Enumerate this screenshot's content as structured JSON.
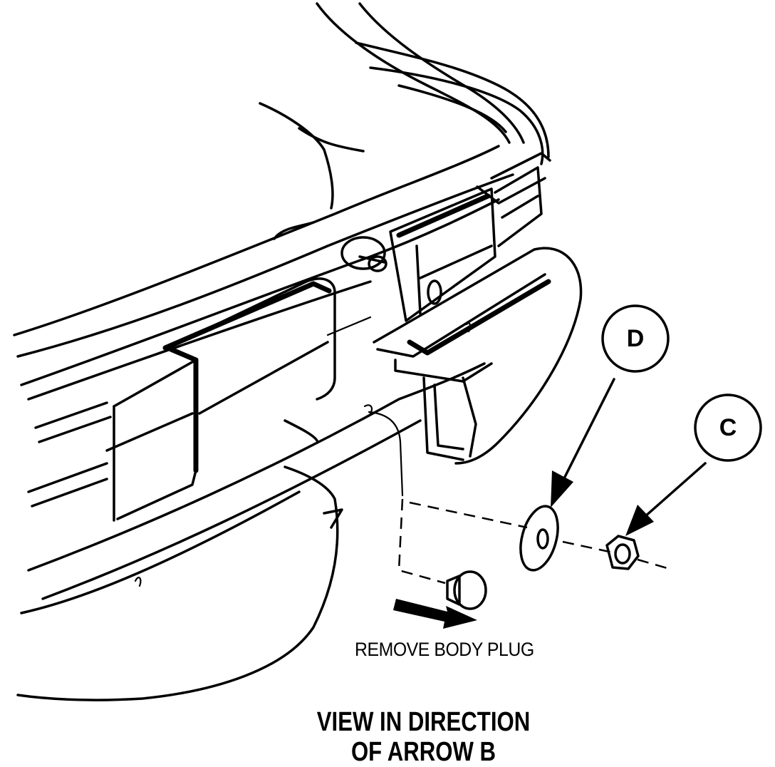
{
  "callouts": [
    {
      "letter": "D",
      "part": "washer"
    },
    {
      "letter": "C",
      "part": "nut"
    }
  ],
  "annotation": {
    "remove_plug": "REMOVE BODY PLUG"
  },
  "view_title": {
    "line1": "VIEW IN DIRECTION",
    "line2": "OF ARROW B"
  },
  "colors": {
    "ink": "#000000",
    "paper": "#ffffff"
  }
}
